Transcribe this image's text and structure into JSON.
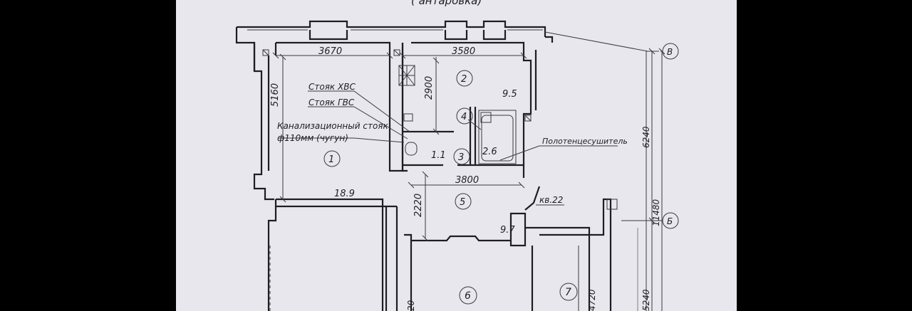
{
  "header_fragment": "(                  антаровка)",
  "dims": {
    "d3670": "3670",
    "d3580": "3580",
    "d5160": "5160",
    "d2900": "2900",
    "d3800": "3800",
    "d2220": "2220",
    "d6240": "6240",
    "d11480": "11480",
    "d5240": "5240",
    "d4720": "4720",
    "d20": "20"
  },
  "areas": {
    "a1": "18.9",
    "a2": "9.5",
    "a3": "1.1",
    "a4": "2.6",
    "a5": "9.7"
  },
  "rooms": [
    "1",
    "2",
    "3",
    "4",
    "5",
    "6",
    "7"
  ],
  "axes": [
    "В",
    "Б"
  ],
  "labels": {
    "cold_riser": "Стояк ХВС",
    "hot_riser": "Стояк ГВС",
    "sewer_riser": "Канализационный стояк",
    "sewer_size": "ф110мм (чугун)",
    "towel_dryer": "Полотенцесушитель",
    "apartment": "кв.22"
  }
}
